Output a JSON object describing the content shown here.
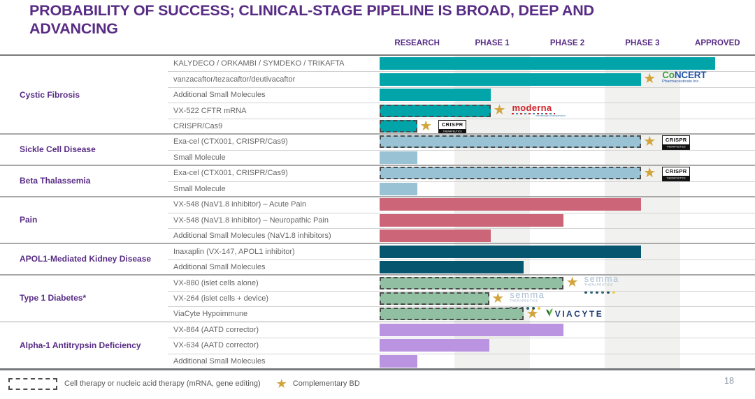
{
  "slide": {
    "title_line1": "PROBABILITY OF SUCCESS; CLINICAL-STAGE PIPELINE IS BROAD, DEEP AND",
    "title_line2": "ADVANCING",
    "page_number": "18"
  },
  "columns": [
    "RESEARCH",
    "PHASE 1",
    "PHASE 2",
    "PHASE 3",
    "APPROVED"
  ],
  "legend": {
    "dashed_box_label": "Cell therapy or nucleic acid therapy (mRNA, gene editing)",
    "star_label": "Complementary BD"
  },
  "colors": {
    "title_purple": "#582C85",
    "cystic_fibrosis_teal": "#00A4A9",
    "hemoglobinopathy_lightblue": "#99C2D5",
    "pain_rose": "#CB6577",
    "apol1_darkteal": "#07566F",
    "diabetes_green": "#90BFA1",
    "aatd_lavender": "#BA93E1",
    "star_gold": "#D2A43C",
    "column_stripe_gray": "#F1F1EF",
    "program_text_gray": "#666666"
  },
  "logos": {
    "concert": {
      "prefix": "Co",
      "suffix": "NCERT",
      "subtext": "Pharmaceuticals Inc.",
      "green": "#3FA13F",
      "blue": "#2456A8"
    },
    "moderna": {
      "text": "moderna",
      "subtext": "messenger therapeutics"
    },
    "crispr": {
      "text": "CRISPR",
      "subtext": "THERAPEUTICS"
    },
    "semma": {
      "text": "semma",
      "subtext": "THERAPEUTICS",
      "dot_colors": [
        "#1E4E60",
        "#2A6B80",
        "#1E4E60",
        "#2A6B80",
        "#1E4E60",
        "#E8CF35"
      ]
    },
    "viacyte": {
      "text": "VIACYTE"
    }
  },
  "chart_data": {
    "type": "bar",
    "orientation": "horizontal",
    "x_categories": [
      "RESEARCH",
      "PHASE 1",
      "PHASE 2",
      "PHASE 3",
      "APPROVED"
    ],
    "x_range": [
      0,
      5
    ],
    "value_note": "bar end in phase units; 0.5 = mid-Research, 1.5 = Phase 1, 2.5 = Phase 2, 3.5 = Phase 3, 4.5 = Approved",
    "sections": [
      {
        "disease": "Cystic Fibrosis",
        "color": "#00A4A9",
        "programs": [
          {
            "name": "KALYDECO / ORKAMBI / SYMDEKO / TRIKAFTA",
            "end": 4.47,
            "dashed": false,
            "star": false,
            "logo": null
          },
          {
            "name": "vanzacaftor/tezacaftor/deutivacaftor",
            "end": 3.48,
            "dashed": false,
            "star": true,
            "logo": "concert"
          },
          {
            "name": "Additional Small Molecules",
            "end": 1.48,
            "dashed": false,
            "star": false,
            "logo": null
          },
          {
            "name": "VX-522 CFTR mRNA",
            "end": 1.48,
            "dashed": true,
            "star": true,
            "logo": "moderna"
          },
          {
            "name": "CRISPR/Cas9",
            "end": 0.5,
            "dashed": true,
            "star": true,
            "logo": "crispr"
          }
        ]
      },
      {
        "disease": "Sickle Cell Disease",
        "color": "#99C2D5",
        "programs": [
          {
            "name": "Exa-cel (CTX001, CRISPR/Cas9)",
            "end": 3.48,
            "dashed": true,
            "star": true,
            "logo": "crispr"
          },
          {
            "name": "Small Molecule",
            "end": 0.5,
            "dashed": false,
            "star": false,
            "logo": null
          }
        ]
      },
      {
        "disease": "Beta Thalassemia",
        "color": "#99C2D5",
        "programs": [
          {
            "name": "Exa-cel (CTX001, CRISPR/Cas9)",
            "end": 3.48,
            "dashed": true,
            "star": true,
            "logo": "crispr"
          },
          {
            "name": "Small Molecule",
            "end": 0.5,
            "dashed": false,
            "star": false,
            "logo": null
          }
        ]
      },
      {
        "disease": "Pain",
        "color": "#CB6577",
        "programs": [
          {
            "name": "VX-548 (NaV1.8 inhibitor) – Acute Pain",
            "end": 3.48,
            "dashed": false,
            "star": false,
            "logo": null
          },
          {
            "name": "VX-548 (NaV1.8 inhibitor) – Neuropathic Pain",
            "end": 2.45,
            "dashed": false,
            "star": false,
            "logo": null
          },
          {
            "name": "Additional Small Molecules (NaV1.8 inhibitors)",
            "end": 1.48,
            "dashed": false,
            "star": false,
            "logo": null
          }
        ]
      },
      {
        "disease": "APOL1-Mediated Kidney Disease",
        "color": "#07566F",
        "programs": [
          {
            "name": "Inaxaplin (VX-147, APOL1 inhibitor)",
            "end": 3.48,
            "dashed": false,
            "star": false,
            "logo": null
          },
          {
            "name": "Additional Small Molecules",
            "end": 1.92,
            "dashed": false,
            "star": false,
            "logo": null
          }
        ]
      },
      {
        "disease": "Type 1 Diabetes*",
        "color": "#90BFA1",
        "programs": [
          {
            "name": "VX-880 (islet cells alone)",
            "end": 2.45,
            "dashed": true,
            "star": true,
            "logo": "semma"
          },
          {
            "name": "VX-264 (islet cells + device)",
            "end": 1.46,
            "dashed": true,
            "star": true,
            "logo": "semma",
            "logo_backdrop": true
          },
          {
            "name": "ViaCyte Hypoimmune",
            "end": 1.92,
            "dashed": true,
            "star": true,
            "logo": "viacyte"
          }
        ]
      },
      {
        "disease": "Alpha-1 Antitrypsin Deficiency",
        "color": "#BA93E1",
        "programs": [
          {
            "name": "VX-864 (AATD corrector)",
            "end": 2.45,
            "dashed": false,
            "star": false,
            "logo": null
          },
          {
            "name": "VX-634 (AATD corrector)",
            "end": 1.46,
            "dashed": false,
            "star": false,
            "logo": null
          },
          {
            "name": "Additional Small Molecules",
            "end": 0.5,
            "dashed": false,
            "star": false,
            "logo": null
          }
        ]
      }
    ]
  }
}
